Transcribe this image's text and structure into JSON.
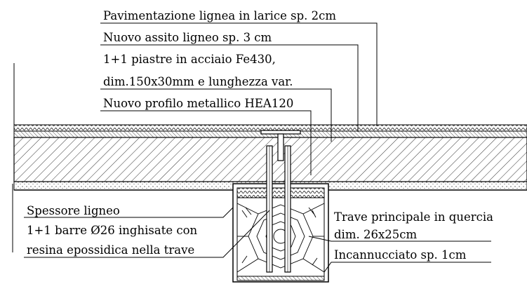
{
  "labels": {
    "pavimentazione": "Pavimentazione lignea in larice sp. 2cm",
    "assito": "Nuovo assito ligneo sp. 3 cm",
    "piastre_1": "1+1 piastre in acciaio Fe430,",
    "piastre_2": "dim.150x30mm e lunghezza var.",
    "profilo": "Nuovo profilo metallico HEA120",
    "spessore": "Spessore ligneo",
    "barre_1": "1+1 barre Ø26 inghisate con",
    "barre_2": "resina epossidica nella trave",
    "trave_1": "Trave principale in quercia",
    "trave_2": "dim. 26x25cm",
    "incannucciato": "Incannucciato sp. 1cm"
  },
  "colors": {
    "ink": "#000000",
    "background": "#ffffff"
  }
}
